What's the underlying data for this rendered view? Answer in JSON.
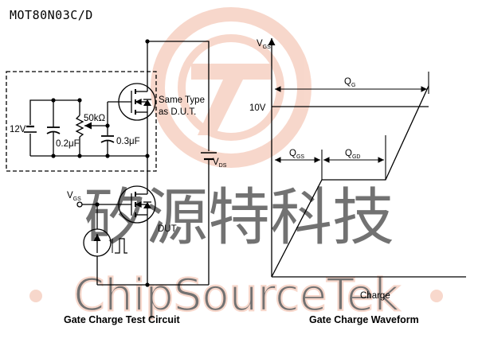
{
  "header": {
    "part_number": "MOT80N03C/D"
  },
  "watermark": {
    "cn_text": "矽源特科技",
    "en_text": "ChipSourceTek",
    "color": "#f2b8a2"
  },
  "circuit": {
    "title": "Gate Charge Test Circuit",
    "supply_label": "12V",
    "cap1_label": "0.2μF",
    "resistor_label": "50kΩ",
    "cap2_label": "0.3μF",
    "ref_device_label_1": "Same Type",
    "ref_device_label_2": "as D.U.T.",
    "vgs_label": {
      "main": "V",
      "sub": "GS"
    },
    "vds_label": {
      "main": "V",
      "sub": "DS"
    },
    "dut_label": "DUT"
  },
  "waveform": {
    "title": "Gate Charge Waveform",
    "y_axis_label": {
      "main": "V",
      "sub": "GS"
    },
    "x_axis_label": "Charge",
    "level_label": "10V",
    "qg_label": {
      "main": "Q",
      "sub": "G"
    },
    "qgs_label": {
      "main": "Q",
      "sub": "GS"
    },
    "qgd_label": {
      "main": "Q",
      "sub": "GD"
    }
  }
}
